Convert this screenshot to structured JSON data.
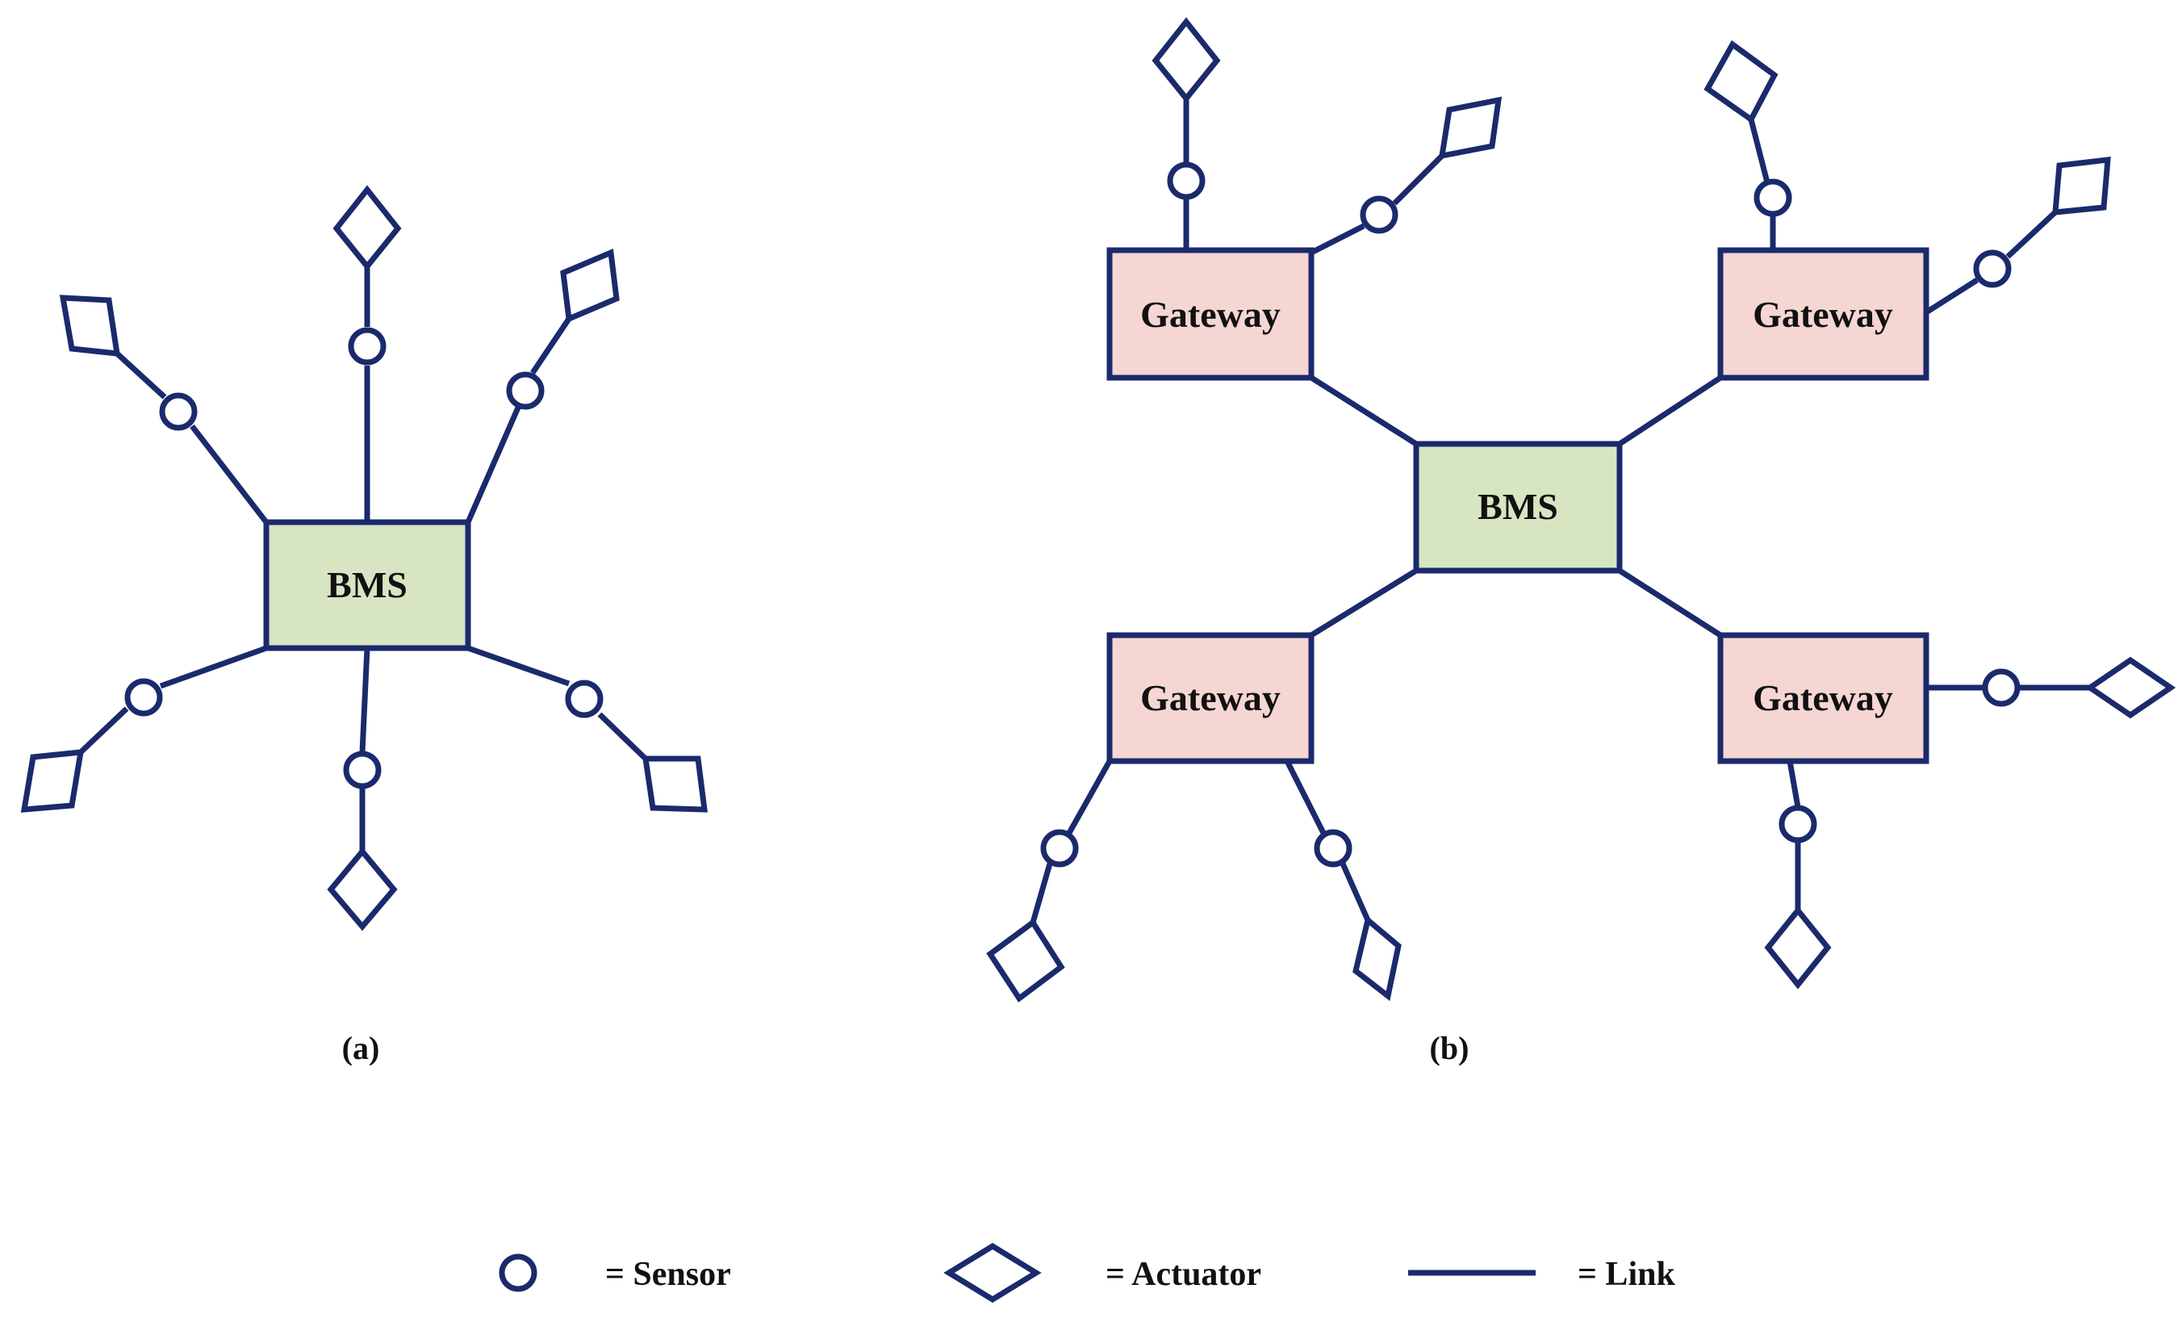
{
  "panel_a": {
    "caption": "(a)",
    "hub": "BMS"
  },
  "panel_b": {
    "caption": "(b)",
    "hub": "BMS",
    "gateways": [
      "Gateway",
      "Gateway",
      "Gateway",
      "Gateway"
    ]
  },
  "legend": {
    "sensor": "= Sensor",
    "actuator": "= Actuator",
    "link": "= Link"
  },
  "colors": {
    "line": "#1a2a6c",
    "bms_fill": "#d7e5c3",
    "gateway_fill": "#f5d6d3"
  },
  "icons": {
    "sensor": "circle-icon",
    "actuator": "diamond-icon"
  }
}
